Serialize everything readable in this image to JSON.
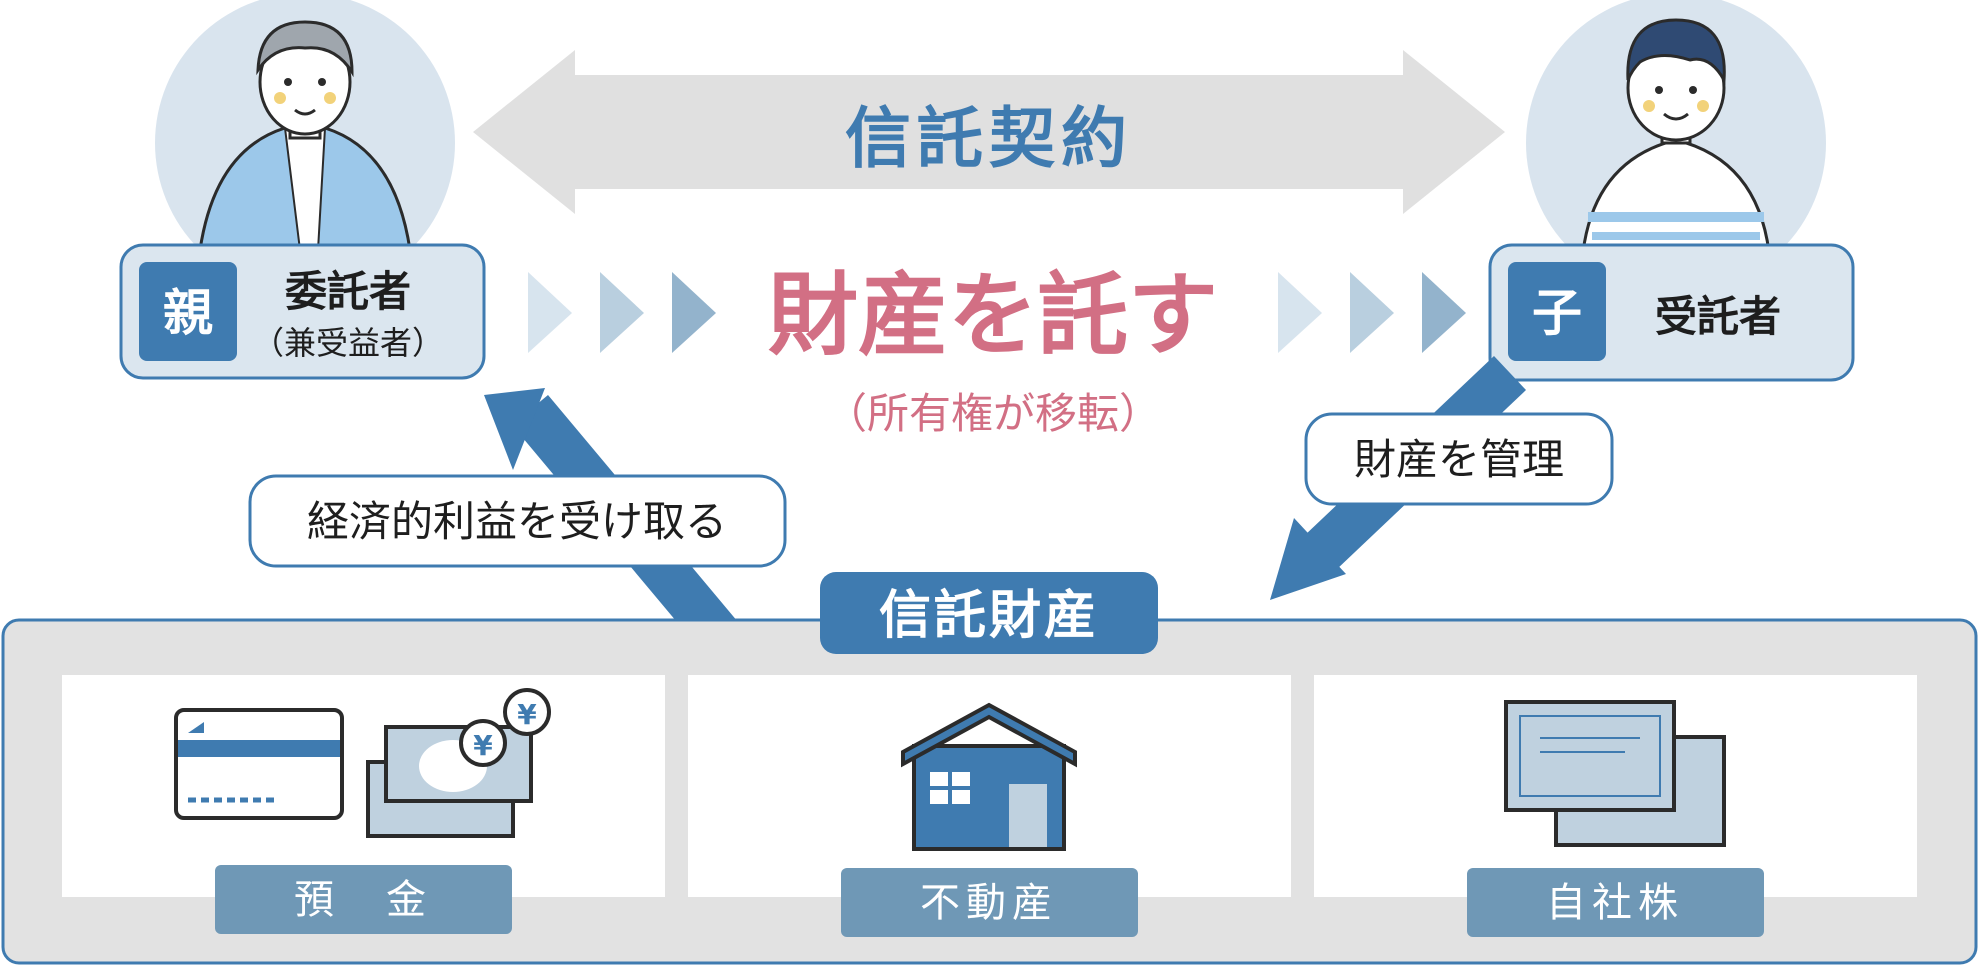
{
  "contract": {
    "label": "信託契約"
  },
  "settlor": {
    "badge": "親",
    "name": "委託者",
    "sub": "（兼受益者）"
  },
  "trustee": {
    "badge": "子",
    "name": "受託者"
  },
  "entrust": {
    "label": "財産を託す",
    "sub": "（所有権が移転）"
  },
  "benefit_callout": {
    "label": "経済的利益を受け取る"
  },
  "manage_callout": {
    "label": "財産を管理"
  },
  "trust_property": {
    "title": "信託財産",
    "assets": [
      {
        "label": "預　金",
        "icon": "bankbook-and-cash-icon"
      },
      {
        "label": "不動産",
        "icon": "house-icon"
      },
      {
        "label": "自社株",
        "icon": "stock-certificate-icon"
      }
    ]
  },
  "colors": {
    "blue": "#3f7bb0",
    "light_blue_panel": "#dbe6ef",
    "gray_panel": "#e2e2e2",
    "pink": "#d26f84",
    "asset_label": "#6f98b6"
  }
}
